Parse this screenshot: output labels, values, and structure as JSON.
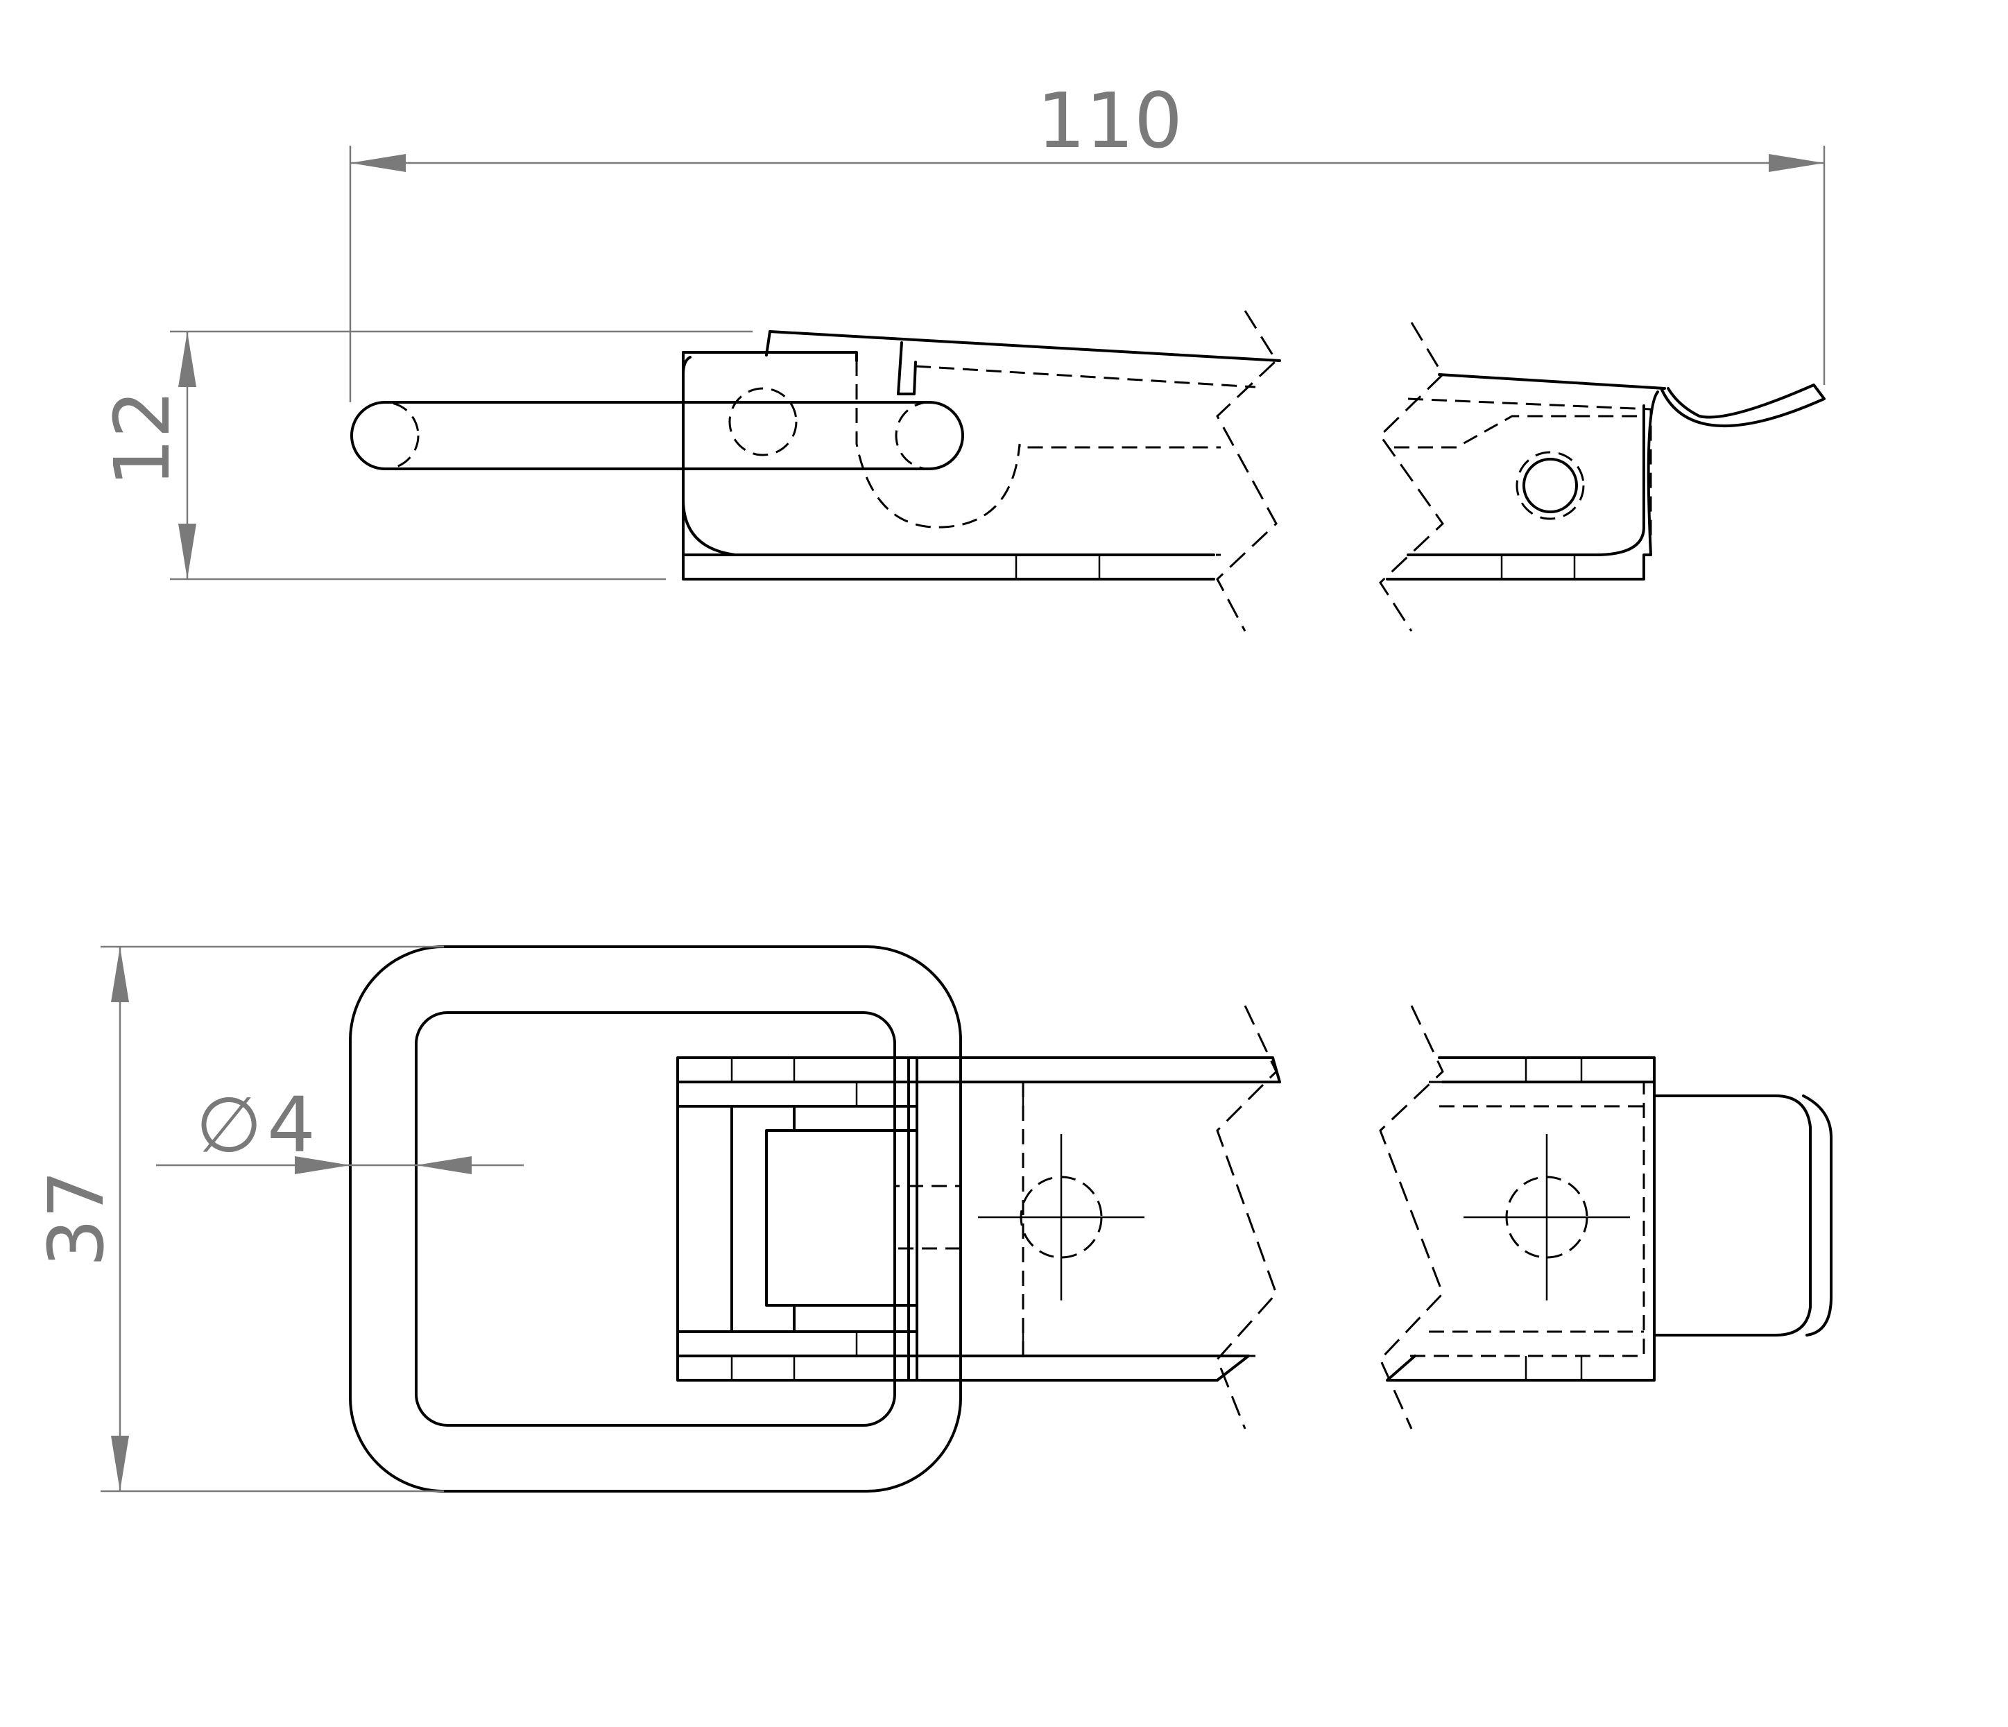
{
  "dimensions": {
    "overall_length": "110",
    "side_height": "12",
    "overall_width": "37",
    "diameter_value": "4",
    "diameter_symbol": "∅"
  },
  "colors": {
    "object_line": "#000000",
    "dimension_line": "#7a7a7a",
    "background": "#ffffff"
  }
}
